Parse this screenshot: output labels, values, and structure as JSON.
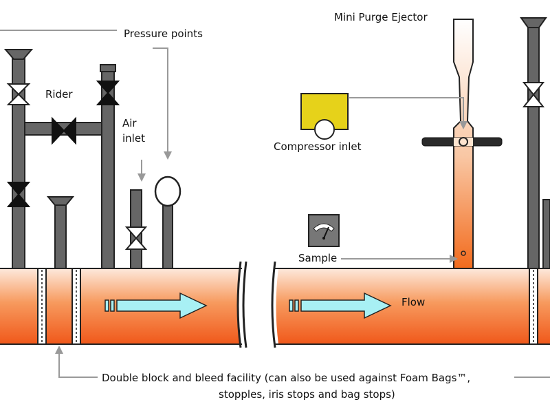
{
  "labels": {
    "pressure_points": "Pressure points",
    "rider": "Rider",
    "air_inlet_line1": "Air",
    "air_inlet_line2": "inlet",
    "mini_purge_ejector": "Mini Purge Ejector",
    "compressor_inlet": "Compressor inlet",
    "sample": "Sample",
    "flow": "Flow"
  },
  "caption": {
    "line1": "Double block and bleed facility (can also be used against Foam Bags™,",
    "line2": "stopples, iris stops and bag stops)"
  },
  "colors": {
    "pipe_orange": "#f26b1d",
    "pipe_light": "#fde7da",
    "steel": "#666666",
    "arrow_cyan": "#a8f0f4",
    "compressor_yellow": "#e6d21a",
    "gauge_grey": "#777777"
  }
}
